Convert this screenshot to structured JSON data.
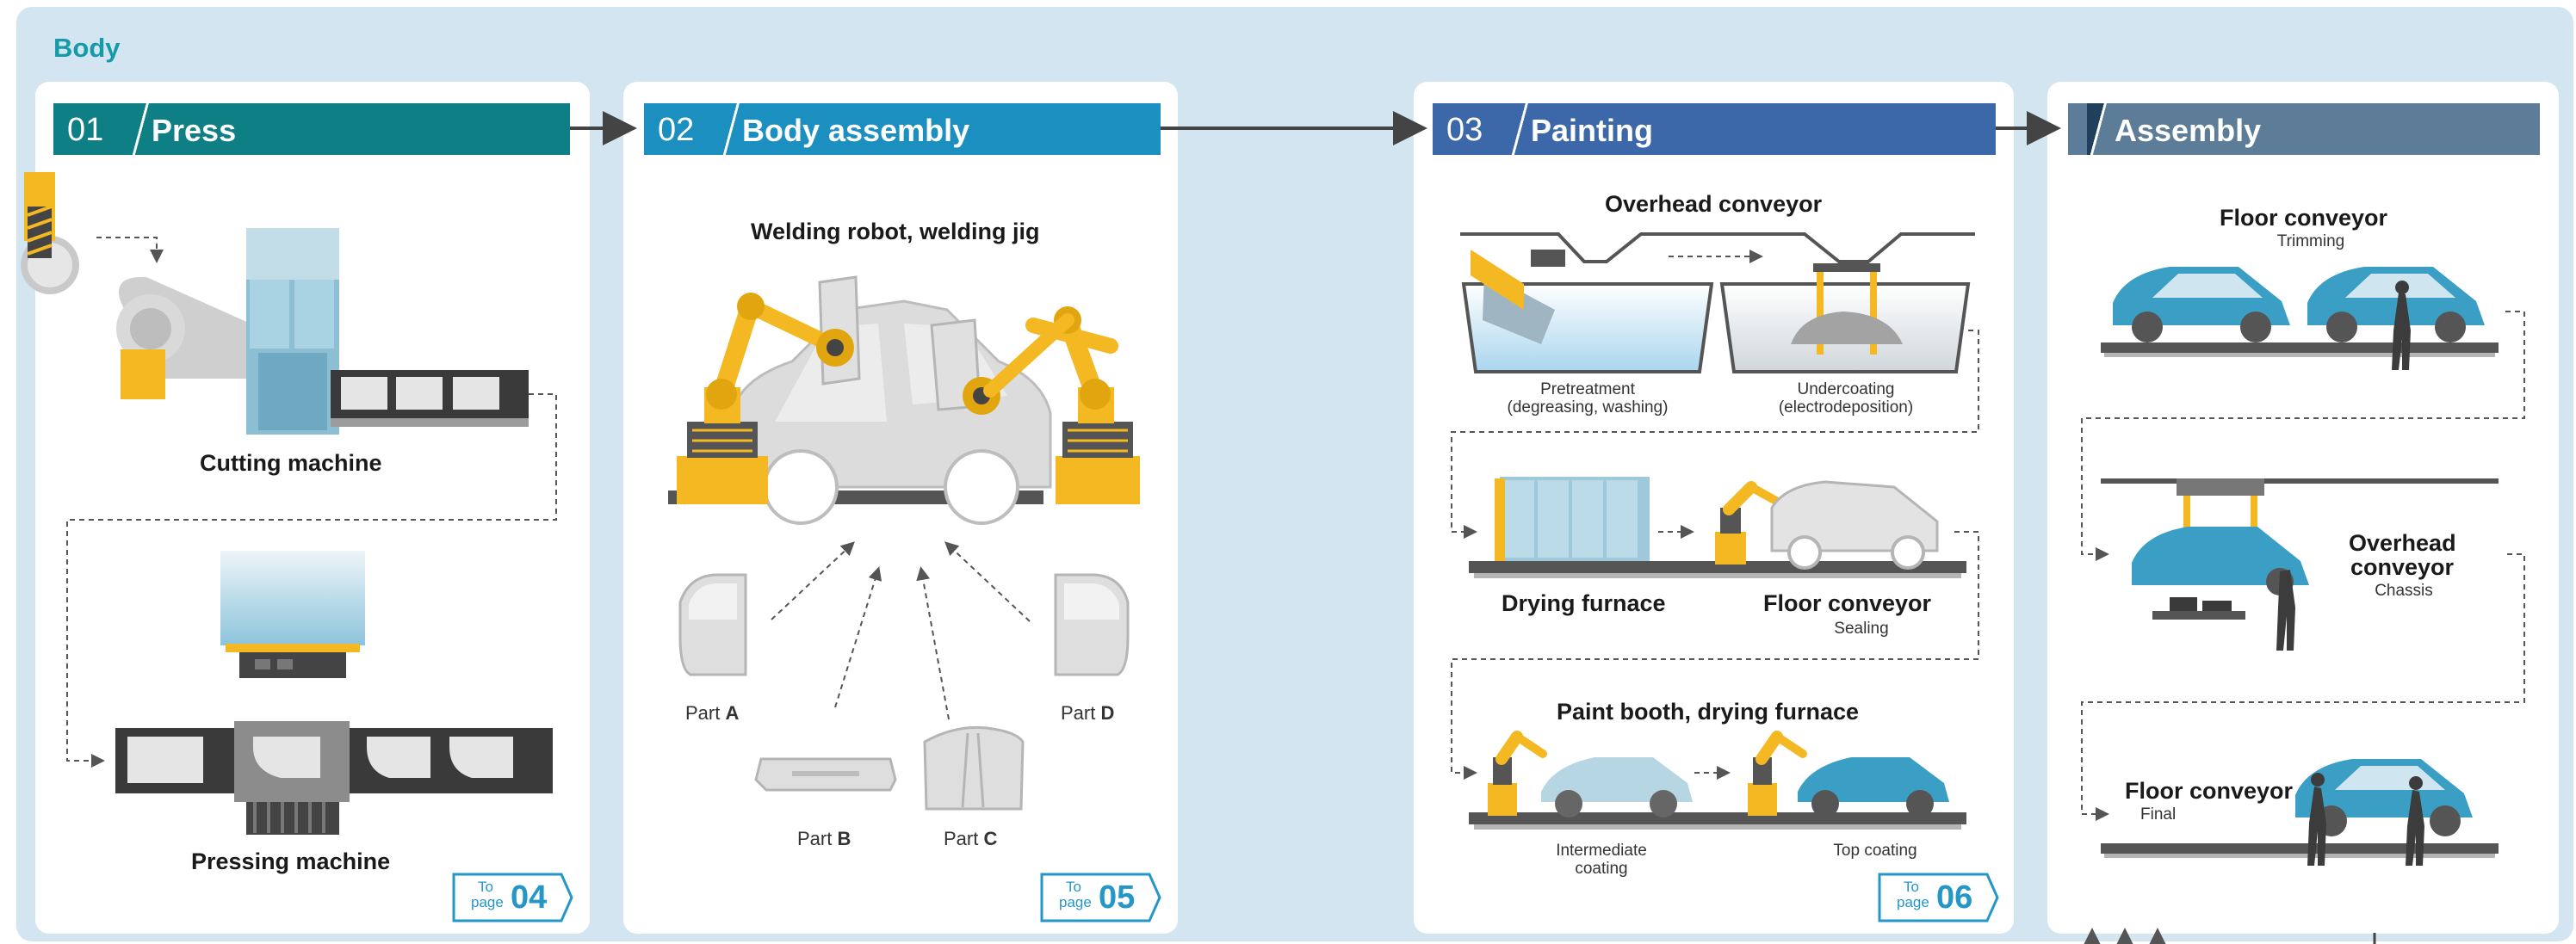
{
  "section_title": "Body",
  "colors": {
    "outer_bg": "#d3e5f0",
    "section_title": "#159aa8",
    "press_header": "#0f7f86",
    "body_assembly_header": "#1b8fc0",
    "painting_header": "#3c67a8",
    "assembly_header": "#5c7c97",
    "machine_yellow": "#f3b822",
    "car_blue": "#3b9ec4",
    "to_page": "#2596c8"
  },
  "stages": [
    {
      "number": "01",
      "name": "Press"
    },
    {
      "number": "02",
      "name": "Body assembly"
    },
    {
      "number": "03",
      "name": "Painting"
    },
    {
      "number": "",
      "name": "Assembly"
    }
  ],
  "press": {
    "cutting_machine": "Cutting machine",
    "pressing_machine": "Pressing machine"
  },
  "body_assembly": {
    "title": "Welding robot, welding jig",
    "part_a": {
      "prefix": "Part ",
      "letter": "A"
    },
    "part_b": {
      "prefix": "Part ",
      "letter": "B"
    },
    "part_c": {
      "prefix": "Part ",
      "letter": "C"
    },
    "part_d": {
      "prefix": "Part ",
      "letter": "D"
    }
  },
  "painting": {
    "overhead_conveyor": "Overhead conveyor",
    "pretreatment": "Pretreatment",
    "pretreatment_sub": "(degreasing, washing)",
    "undercoating": "Undercoating",
    "undercoating_sub": "(electrodeposition)",
    "drying_furnace": "Drying furnace",
    "floor_conveyor": "Floor conveyor",
    "sealing": "Sealing",
    "paint_booth": "Paint booth, drying furnace",
    "intermediate": "Intermediate",
    "intermediate_sub": "coating",
    "top_coating": "Top coating"
  },
  "assembly": {
    "floor_conveyor_1": "Floor conveyor",
    "trimming": "Trimming",
    "overhead_1": "Overhead",
    "overhead_2": "conveyor",
    "chassis": "Chassis",
    "floor_conveyor_2": "Floor conveyor",
    "final": "Final"
  },
  "to_page": [
    {
      "to": "To",
      "page": "page",
      "number": "04"
    },
    {
      "to": "To",
      "page": "page",
      "number": "05"
    },
    {
      "to": "To",
      "page": "page",
      "number": "06"
    }
  ]
}
